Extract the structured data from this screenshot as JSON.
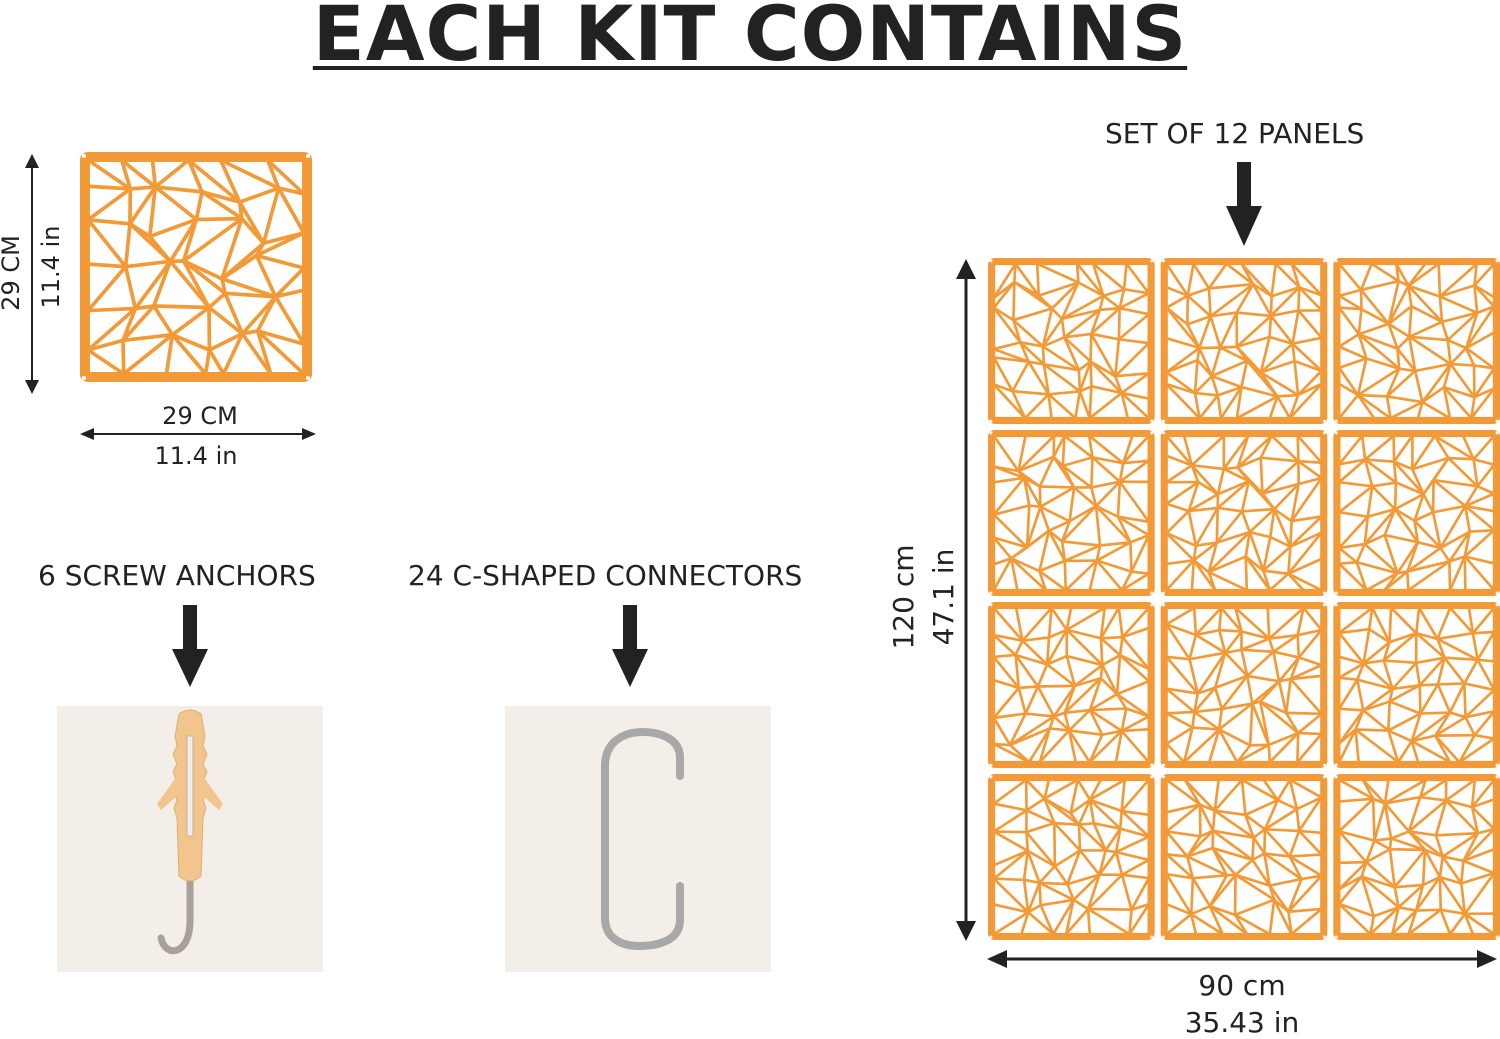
{
  "title": "EACH KIT CONTAINS",
  "single_panel": {
    "height_cm": "29 CM",
    "height_in": "11.4 in",
    "width_cm": "29 CM",
    "width_in": "11.4 in"
  },
  "set_panels": {
    "label": "SET OF 12 PANELS",
    "height_cm": "120 cm",
    "height_in": "47.1 in",
    "width_cm": "90 cm",
    "width_in": "35.43 in",
    "rows": 4,
    "cols": 3
  },
  "anchors": {
    "label": "6 SCREW ANCHORS"
  },
  "connectors": {
    "label": "24 C-SHAPED CONNECTORS"
  },
  "colors": {
    "panel": "#f39a38",
    "text": "#222222",
    "photo_bg": "#f3efe8",
    "anchor_plastic": "#f2c58e",
    "metal": "#a8a8a8"
  }
}
